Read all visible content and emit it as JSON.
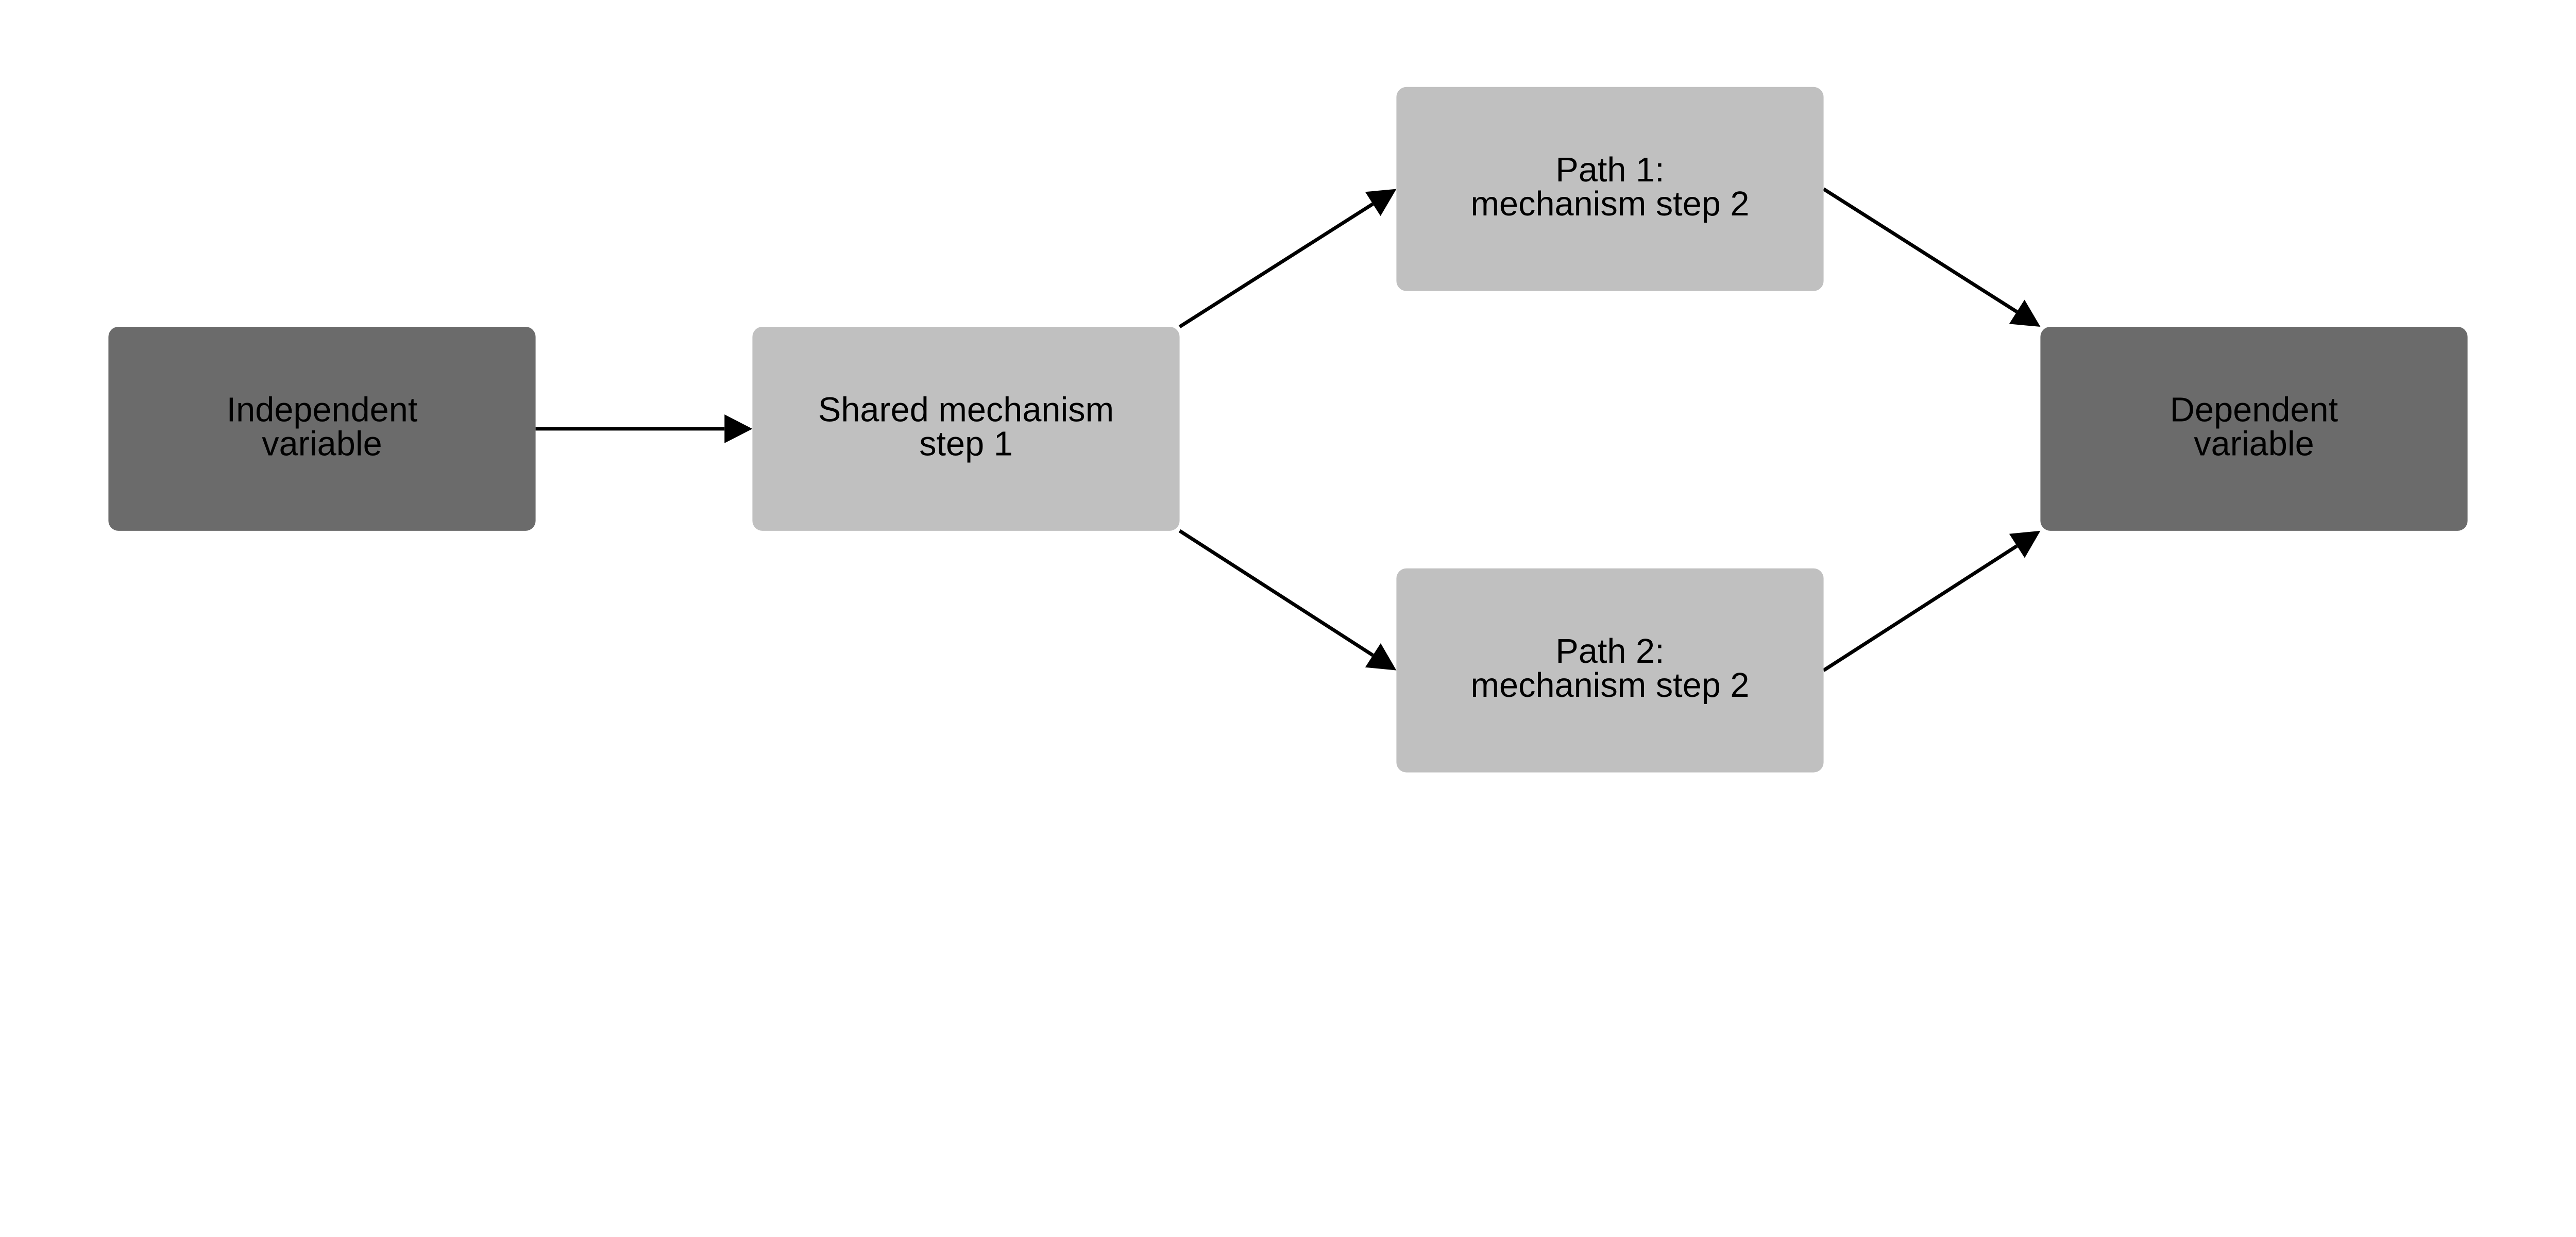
{
  "colors": {
    "endpoint": "#6b6b6b",
    "mechanism": "#c0c0c0",
    "arrow": "#000000"
  },
  "nodes": [
    {
      "id": "independent",
      "kind": "endpoint",
      "lines": [
        "Independent",
        "variable"
      ]
    },
    {
      "id": "shared",
      "kind": "mechanism",
      "lines": [
        "Shared mechanism",
        "step 1"
      ]
    },
    {
      "id": "path1",
      "kind": "mechanism",
      "lines": [
        "Path 1:",
        "mechanism step 2"
      ]
    },
    {
      "id": "path2",
      "kind": "mechanism",
      "lines": [
        "Path 2:",
        "mechanism step 2"
      ]
    },
    {
      "id": "dependent",
      "kind": "endpoint",
      "lines": [
        "Dependent",
        "variable"
      ]
    }
  ],
  "edges": [
    {
      "from": "independent",
      "to": "shared"
    },
    {
      "from": "shared",
      "to": "path1"
    },
    {
      "from": "shared",
      "to": "path2"
    },
    {
      "from": "path1",
      "to": "dependent"
    },
    {
      "from": "path2",
      "to": "dependent"
    }
  ]
}
